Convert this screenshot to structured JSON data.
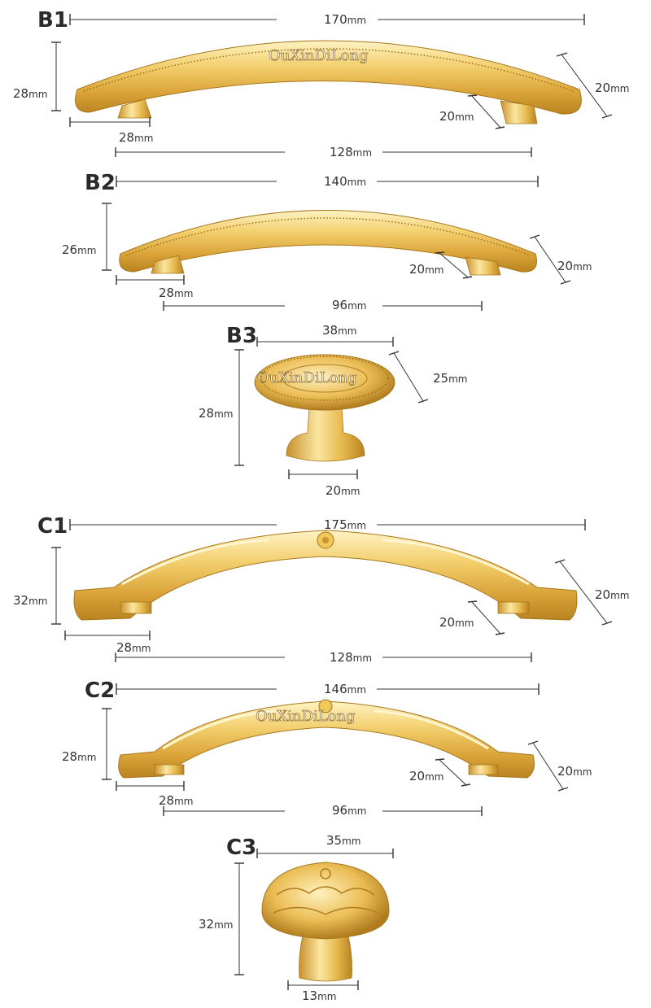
{
  "watermark": "OuXinDiLong",
  "colors": {
    "gold_light": "#fbe6a0",
    "gold_mid": "#e8bb50",
    "gold_dark": "#b98320",
    "dimension_line": "#333333"
  },
  "products": [
    {
      "code": "B1",
      "total_length": "170",
      "height": "28",
      "foot_length": "28",
      "hole_distance": "128",
      "width": "20",
      "foot_width": "20"
    },
    {
      "code": "B2",
      "total_length": "140",
      "height": "26",
      "foot_length": "28",
      "hole_distance": "96",
      "width": "20",
      "foot_width": "20"
    },
    {
      "code": "B3",
      "diameter": "38",
      "height": "28",
      "base": "20",
      "depth": "25"
    },
    {
      "code": "C1",
      "total_length": "175",
      "height": "32",
      "foot_length": "28",
      "hole_distance": "128",
      "width": "20",
      "foot_width": "20"
    },
    {
      "code": "C2",
      "total_length": "146",
      "height": "28",
      "foot_length": "28",
      "hole_distance": "96",
      "width": "20",
      "foot_width": "20"
    },
    {
      "code": "C3",
      "diameter": "35",
      "height": "32",
      "base": "13"
    }
  ],
  "unit": "mm"
}
